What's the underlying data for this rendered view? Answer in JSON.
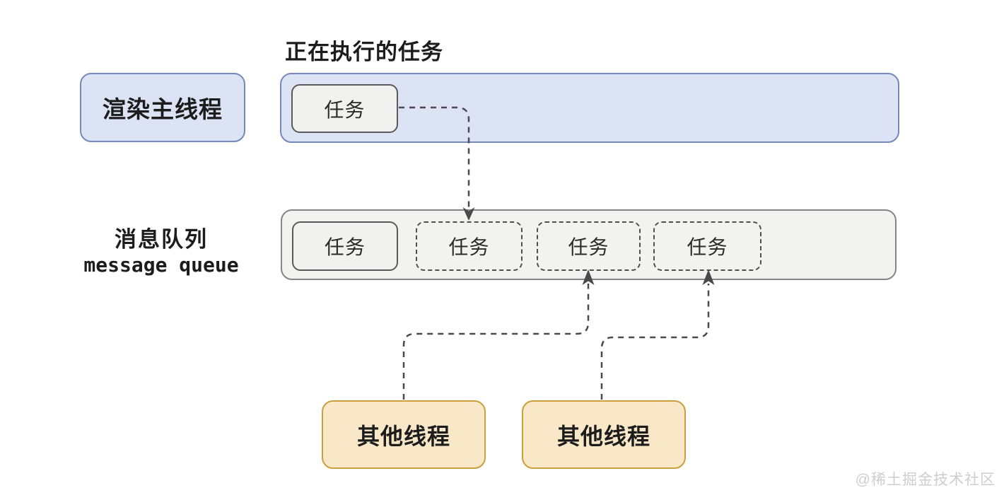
{
  "title": "正在执行的任务",
  "main_thread": {
    "label": "渲染主线程"
  },
  "executing": {
    "task_label": "任务"
  },
  "queue": {
    "label_cn": "消息队列",
    "label_en": "message queue",
    "tasks": [
      {
        "label": "任务",
        "style": "solid"
      },
      {
        "label": "任务",
        "style": "dashed"
      },
      {
        "label": "任务",
        "style": "dashed"
      },
      {
        "label": "任务",
        "style": "dashed"
      }
    ]
  },
  "other_threads": [
    {
      "label": "其他线程"
    },
    {
      "label": "其他线程"
    }
  ],
  "watermark": "@稀土掘金技术社区",
  "colors": {
    "blue_fill": "#dbe3f5",
    "blue_border": "#7588ba",
    "queue_fill": "#f2f2f0",
    "queue_border": "#858587",
    "task_fill": "#f1f1ef",
    "task_border": "#59595b",
    "orange_fill": "#f8e8c7",
    "orange_border": "#cc9f3b",
    "arrow": "#4a4a4c",
    "text": "#1c1c1c",
    "watermark": "#c9c9c9"
  }
}
